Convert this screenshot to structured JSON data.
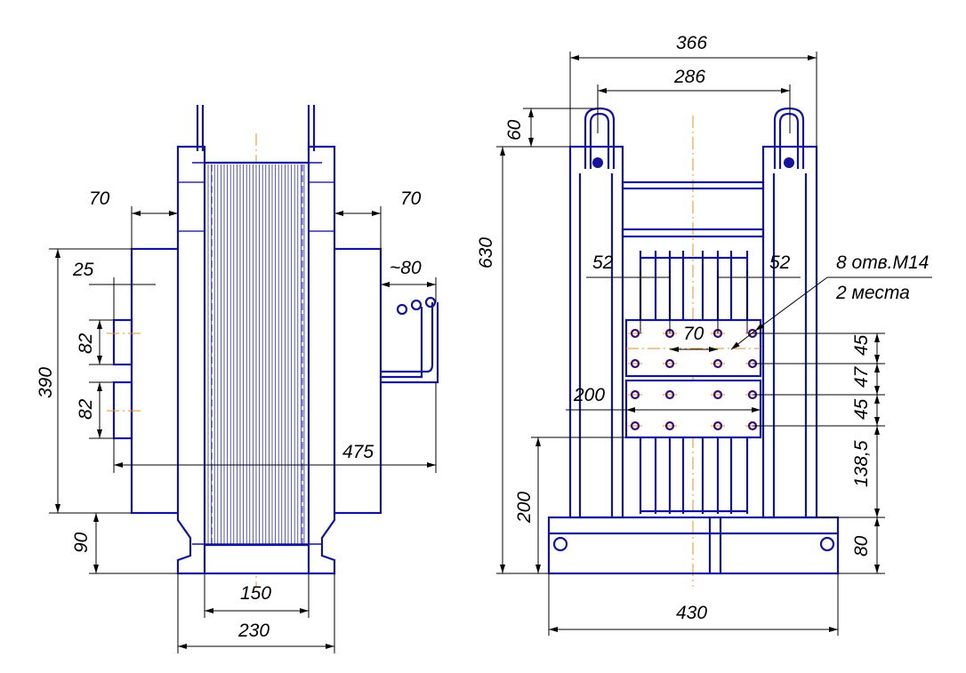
{
  "side_view": {
    "dims": {
      "left_gap": "70",
      "right_gap": "70",
      "terminal_depth": "25",
      "lead_offset": "~80",
      "coil_height": "390",
      "terminal_upper": "82",
      "terminal_lower": "82",
      "overall_width": "475",
      "foot_height": "90",
      "core_width": "150",
      "foot_width": "230"
    }
  },
  "front_view": {
    "dims": {
      "overall_width": "366",
      "eye_spacing": "286",
      "eye_height": "60",
      "overall_height": "630",
      "bus_left": "52",
      "bus_right": "52",
      "hole_pitch": "70",
      "row_1": "45",
      "row_gap": "47",
      "row_2": "45",
      "plate_width": "200",
      "plate_bottom": "138,5",
      "plate_height_from_base": "200",
      "base_height": "80",
      "base_width": "430"
    },
    "note_line1": "8 отв.M14",
    "note_line2": "2 места"
  },
  "colors": {
    "outline": "#14149a",
    "centerline": "#e0902a",
    "dimension": "#000000"
  }
}
